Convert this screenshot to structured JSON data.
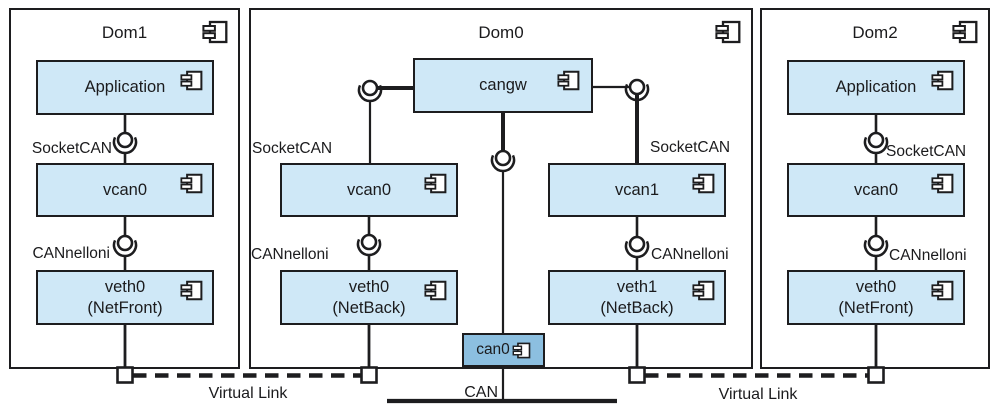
{
  "colors": {
    "box_fill": "#cfe8f7",
    "can0_fill": "#8cbfe0",
    "line": "#1d1d1f",
    "text": "#1b1b1d"
  },
  "icons": {
    "component-icon": "uml-component-rectangle-with-two-tabs",
    "ball-socket-interface-icon": "uml-lollipop-ball-in-socket",
    "port-icon": "small-square-port-on-boundary"
  },
  "dom1": {
    "title": "Dom1",
    "app": "Application",
    "vcan": "vcan0",
    "veth": "veth0",
    "veth_sub": "(NetFront)",
    "if_socketcan": "SocketCAN",
    "if_cannelloni": "CANnelloni"
  },
  "dom0": {
    "title": "Dom0",
    "gateway": "cangw",
    "can0": "can0",
    "left": {
      "if_socketcan": "SocketCAN",
      "vcan": "vcan0",
      "if_cannelloni": "CANnelloni",
      "veth": "veth0",
      "veth_sub": "(NetBack)"
    },
    "right": {
      "if_socketcan": "SocketCAN",
      "vcan": "vcan1",
      "if_cannelloni": "CANnelloni",
      "veth": "veth1",
      "veth_sub": "(NetBack)"
    }
  },
  "dom2": {
    "title": "Dom2",
    "app": "Application",
    "vcan": "vcan0",
    "veth": "veth0",
    "veth_sub": "(NetFront)",
    "if_socketcan": "SocketCAN",
    "if_cannelloni": "CANnelloni"
  },
  "links": {
    "virtual_left": "Virtual Link",
    "virtual_right": "Virtual Link",
    "can_bus": "CAN"
  }
}
